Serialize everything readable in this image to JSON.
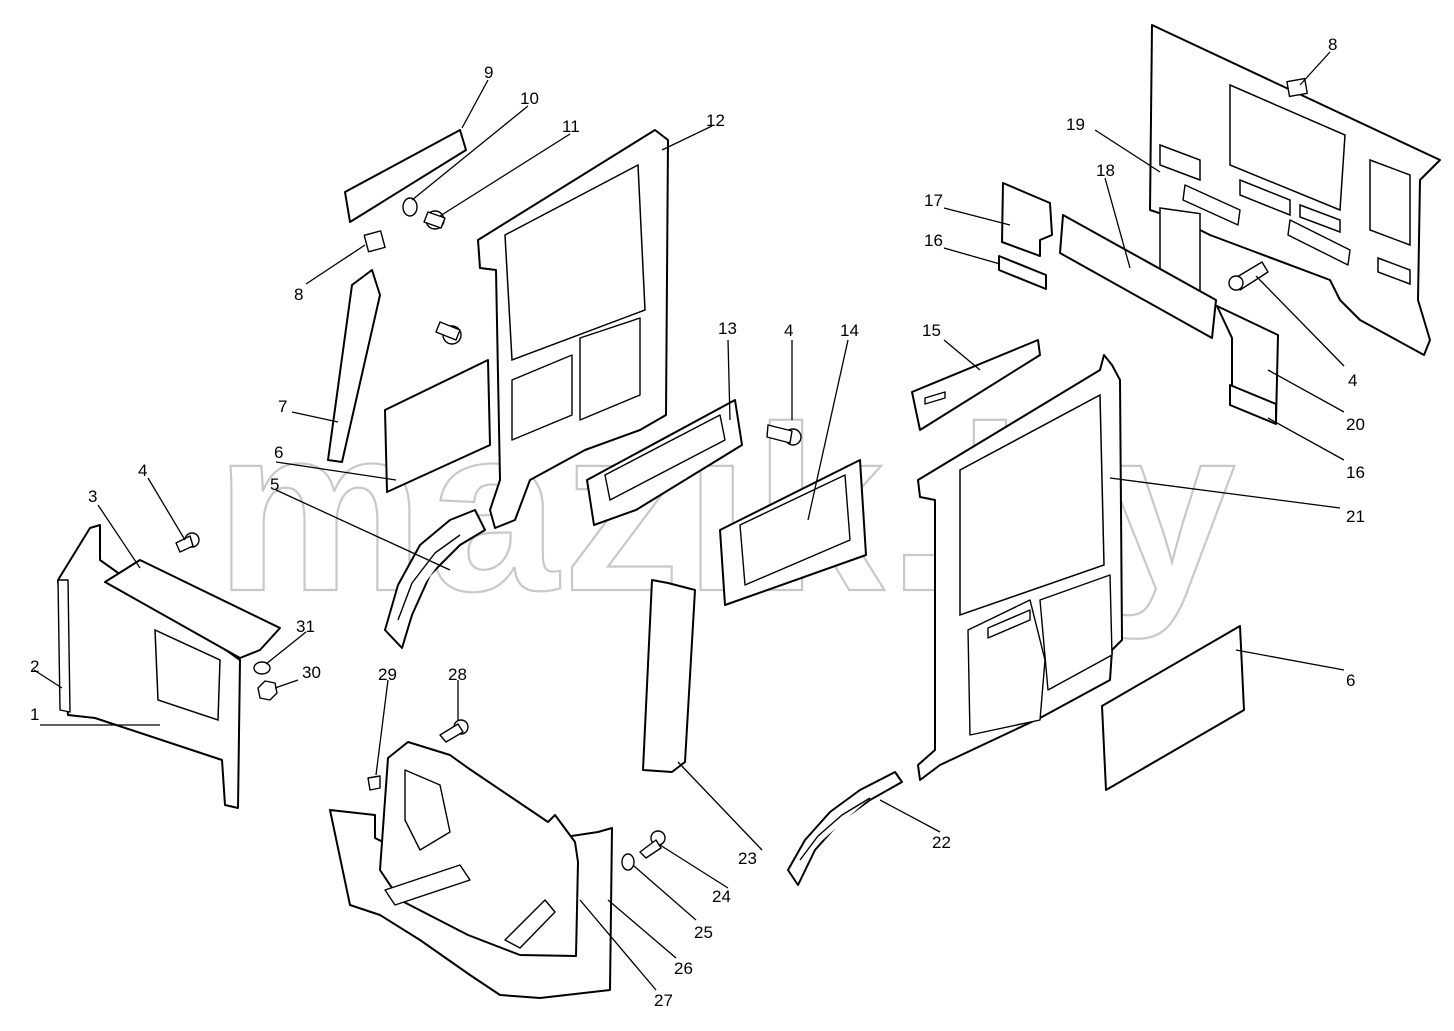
{
  "watermark": "mazik.by",
  "callouts": {
    "c1": "1",
    "c2": "2",
    "c3": "3",
    "c4a": "4",
    "c4b": "4",
    "c4c": "4",
    "c5": "5",
    "c6a": "6",
    "c6b": "6",
    "c7": "7",
    "c8a": "8",
    "c8b": "8",
    "c9": "9",
    "c10": "10",
    "c11": "11",
    "c12": "12",
    "c13": "13",
    "c14": "14",
    "c15": "15",
    "c16a": "16",
    "c16b": "16",
    "c17": "17",
    "c18": "18",
    "c19": "19",
    "c20": "20",
    "c21": "21",
    "c22": "22",
    "c23": "23",
    "c24": "24",
    "c25": "25",
    "c26": "26",
    "c27": "27",
    "c28": "28",
    "c29": "29",
    "c30": "30",
    "c31": "31"
  }
}
